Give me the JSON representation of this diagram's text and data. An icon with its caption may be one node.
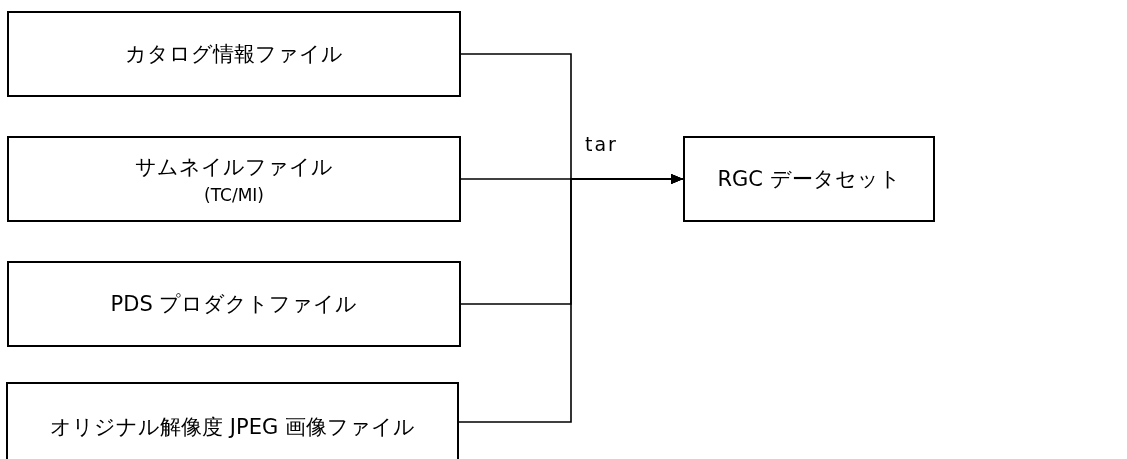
{
  "diagram": {
    "nodes": [
      {
        "text": [
          "カタログ情報ファイル"
        ]
      },
      {
        "text": [
          "サムネイルファイル",
          "(TC/MI)"
        ]
      },
      {
        "text": [
          "PDS プロダクトファイル"
        ]
      },
      {
        "text": [
          "オリジナル解像度 JPEG 画像ファイル"
        ]
      },
      {
        "text": [
          "RGC データセット"
        ]
      }
    ],
    "edges": [
      {
        "from": 0,
        "to": 4,
        "arrow": "to"
      },
      {
        "from": 1,
        "to": 4,
        "arrow": "to",
        "label": "tar"
      },
      {
        "from": 2,
        "to": 4,
        "arrow": "to"
      },
      {
        "from": 3,
        "to": 4,
        "arrow": "to"
      }
    ]
  }
}
